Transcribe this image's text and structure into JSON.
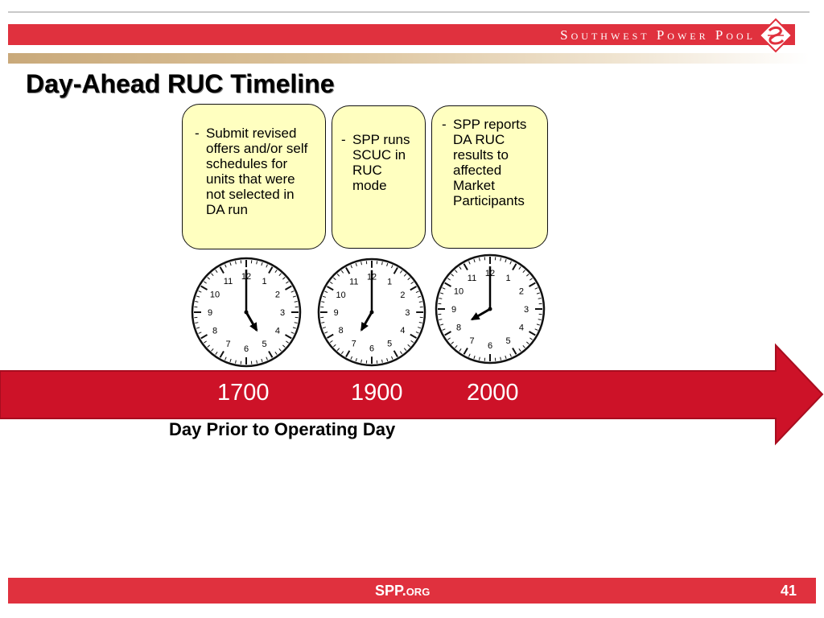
{
  "header": {
    "brand": "Southwest Power Pool",
    "logo_icon": "spp-logo-icon",
    "accent_color": "#e0313e"
  },
  "slide": {
    "title": "Day-Ahead RUC Timeline"
  },
  "notes": [
    {
      "dash": "-",
      "text": "Submit revised offers and/or self schedules for units that were not selected in DA run"
    },
    {
      "dash": "-",
      "text": "SPP runs SCUC in RUC mode"
    },
    {
      "dash": "-",
      "text": "SPP reports DA RUC results to affected Market Participants"
    }
  ],
  "clocks": [
    {
      "hour": 5,
      "minute": 0
    },
    {
      "hour": 7,
      "minute": 0
    },
    {
      "hour": 8,
      "minute": 0
    }
  ],
  "clock_numbers": [
    "12",
    "1",
    "2",
    "3",
    "4",
    "5",
    "6",
    "7",
    "8",
    "9",
    "10",
    "11"
  ],
  "timeline": {
    "times": [
      "1700",
      "1900",
      "2000"
    ],
    "day_label": "Day Prior to Operating Day",
    "arrow_color": "#cd1228"
  },
  "footer": {
    "site": "SPP.org",
    "page_number": "41"
  }
}
